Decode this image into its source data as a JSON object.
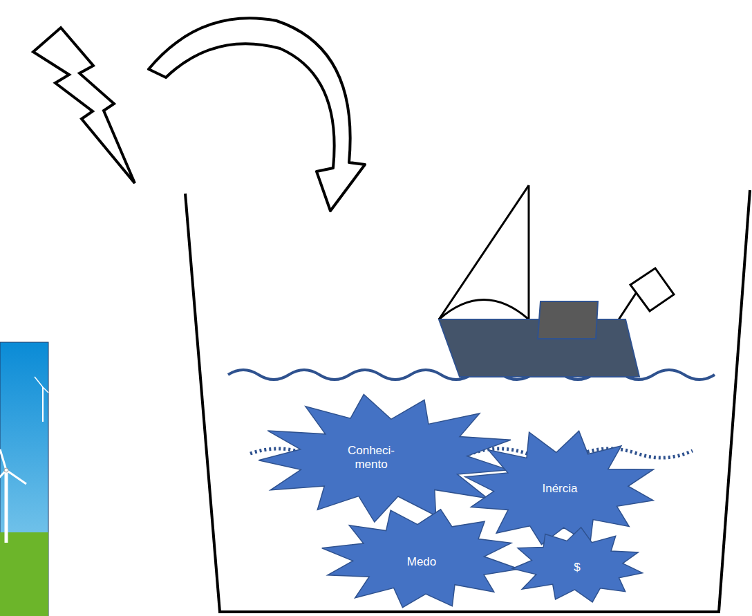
{
  "diagram": {
    "nodes": [
      {
        "text": [
          "Conheci- mento"
        ]
      },
      {
        "text": [
          "Inércia"
        ]
      },
      {
        "text": [
          "Medo"
        ]
      },
      {
        "text": [
          "$"
        ]
      }
    ]
  }
}
